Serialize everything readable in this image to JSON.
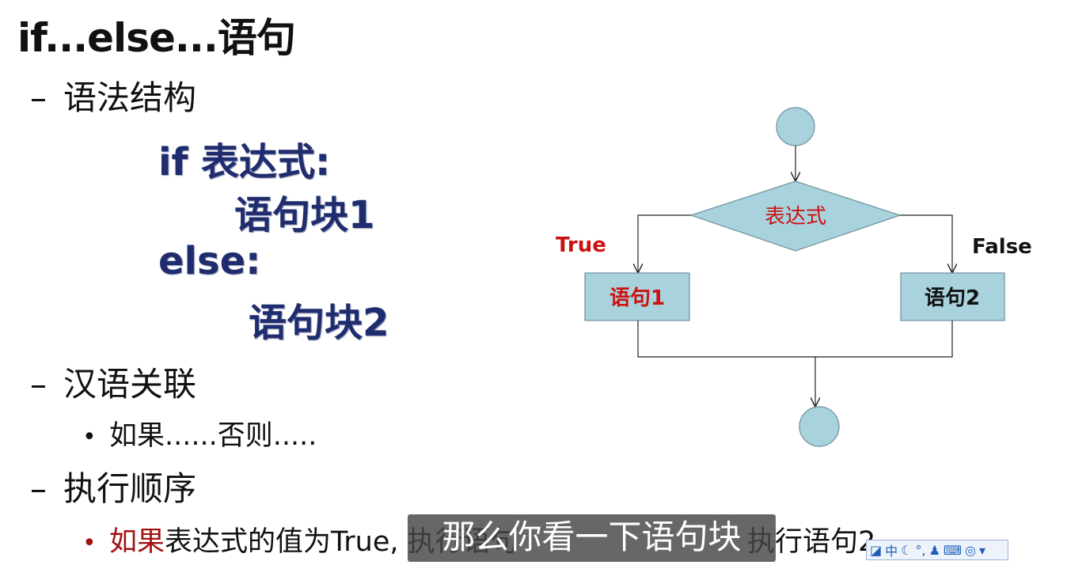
{
  "slide": {
    "title": "if...else...语句",
    "sections": [
      {
        "dash": "–",
        "label": "语法结构"
      },
      {
        "dash": "–",
        "label": "汉语关联"
      },
      {
        "dash": "–",
        "label": "执行顺序"
      }
    ],
    "code": {
      "if_line": "if 表达式:",
      "block1": "语句块1",
      "else_line": "else:",
      "block2": "语句块2"
    },
    "bullets": {
      "b1": {
        "dot": "•",
        "text": "如果......否则....."
      },
      "b2": {
        "dot": "•",
        "red_text": "如果",
        "rest_text": "表达式的值为True, 执行语句",
        "tail_text": "执行语句2"
      }
    }
  },
  "flowchart": {
    "decision_label": "表达式",
    "true_label": "True",
    "false_label": "False",
    "box1_label": "语句1",
    "box2_label": "语句2",
    "colors": {
      "fill": "#a8d3dc",
      "stroke": "#6e8fa0",
      "red": "#cc1111"
    }
  },
  "overlay": {
    "subtitle": "那么你看一下语句块",
    "ime_icons": [
      "ime-logo-icon",
      "ime-chinese-mode-icon",
      "moon-icon",
      "punctuation-icon",
      "user-icon",
      "keyboard-icon",
      "skin-icon",
      "dropdown-icon"
    ],
    "ime_mode": "中"
  }
}
